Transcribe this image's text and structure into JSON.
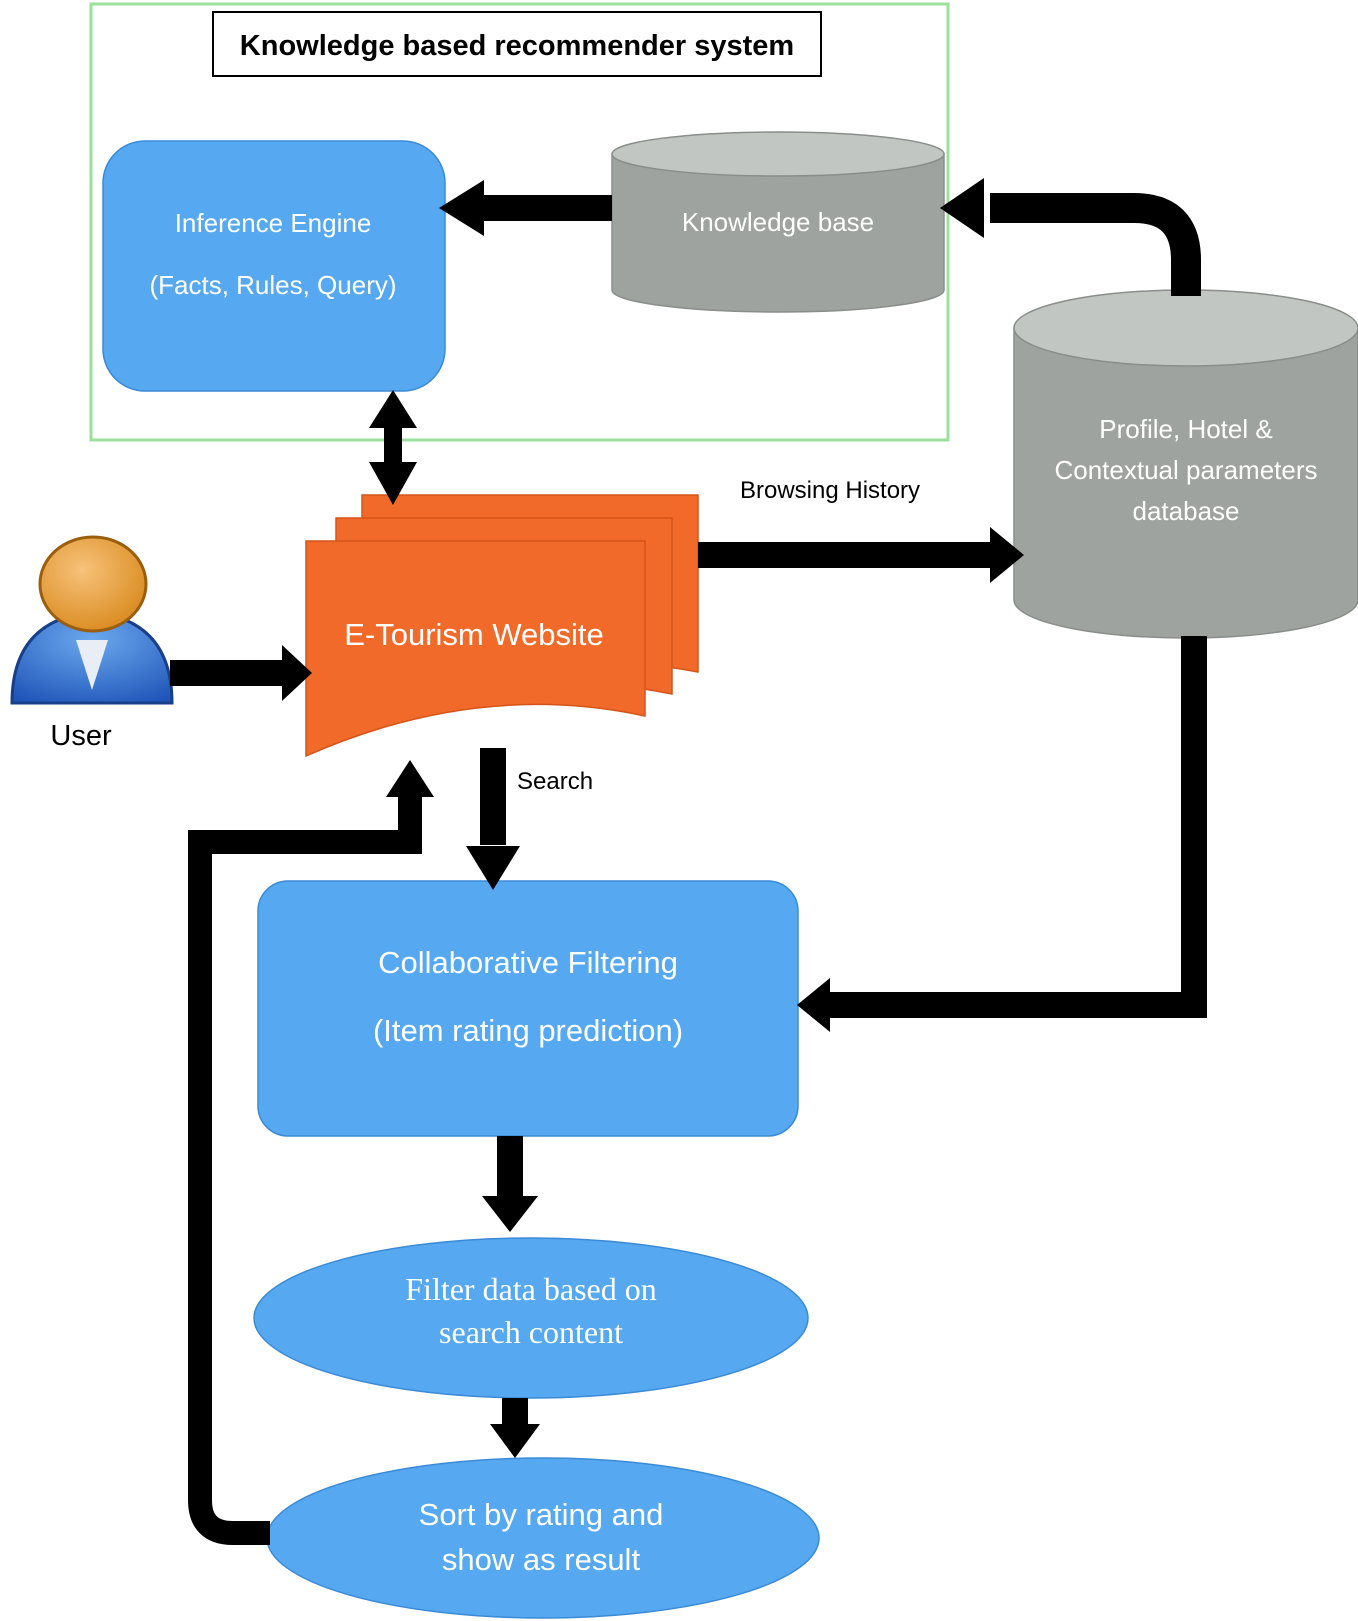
{
  "title": "Knowledge based recommender system",
  "nodes": {
    "inference_engine": {
      "line1": "Inference Engine",
      "line2": "(Facts, Rules, Query)"
    },
    "knowledge_base": {
      "label": "Knowledge base"
    },
    "database": {
      "line1": "Profile, Hotel &",
      "line2": "Contextual parameters",
      "line3": "database"
    },
    "website": {
      "label": "E-Tourism Website"
    },
    "user": {
      "label": "User"
    },
    "collaborative_filtering": {
      "line1": "Collaborative Filtering",
      "line2": "(Item rating prediction)"
    },
    "filter_data": {
      "line1": "Filter data based on",
      "line2": "search content"
    },
    "sort_result": {
      "line1": "Sort by rating and",
      "line2": "show as result"
    }
  },
  "edges": {
    "browsing_history": "Browsing History",
    "search": "Search"
  },
  "colors": {
    "box_blue": "#56a8f1",
    "cylinder_gray": "#9fa3a0",
    "cylinder_top": "#c2c6c3",
    "website_orange": "#f26a2a",
    "frame_green": "#9be09b",
    "arrow": "#000000"
  }
}
